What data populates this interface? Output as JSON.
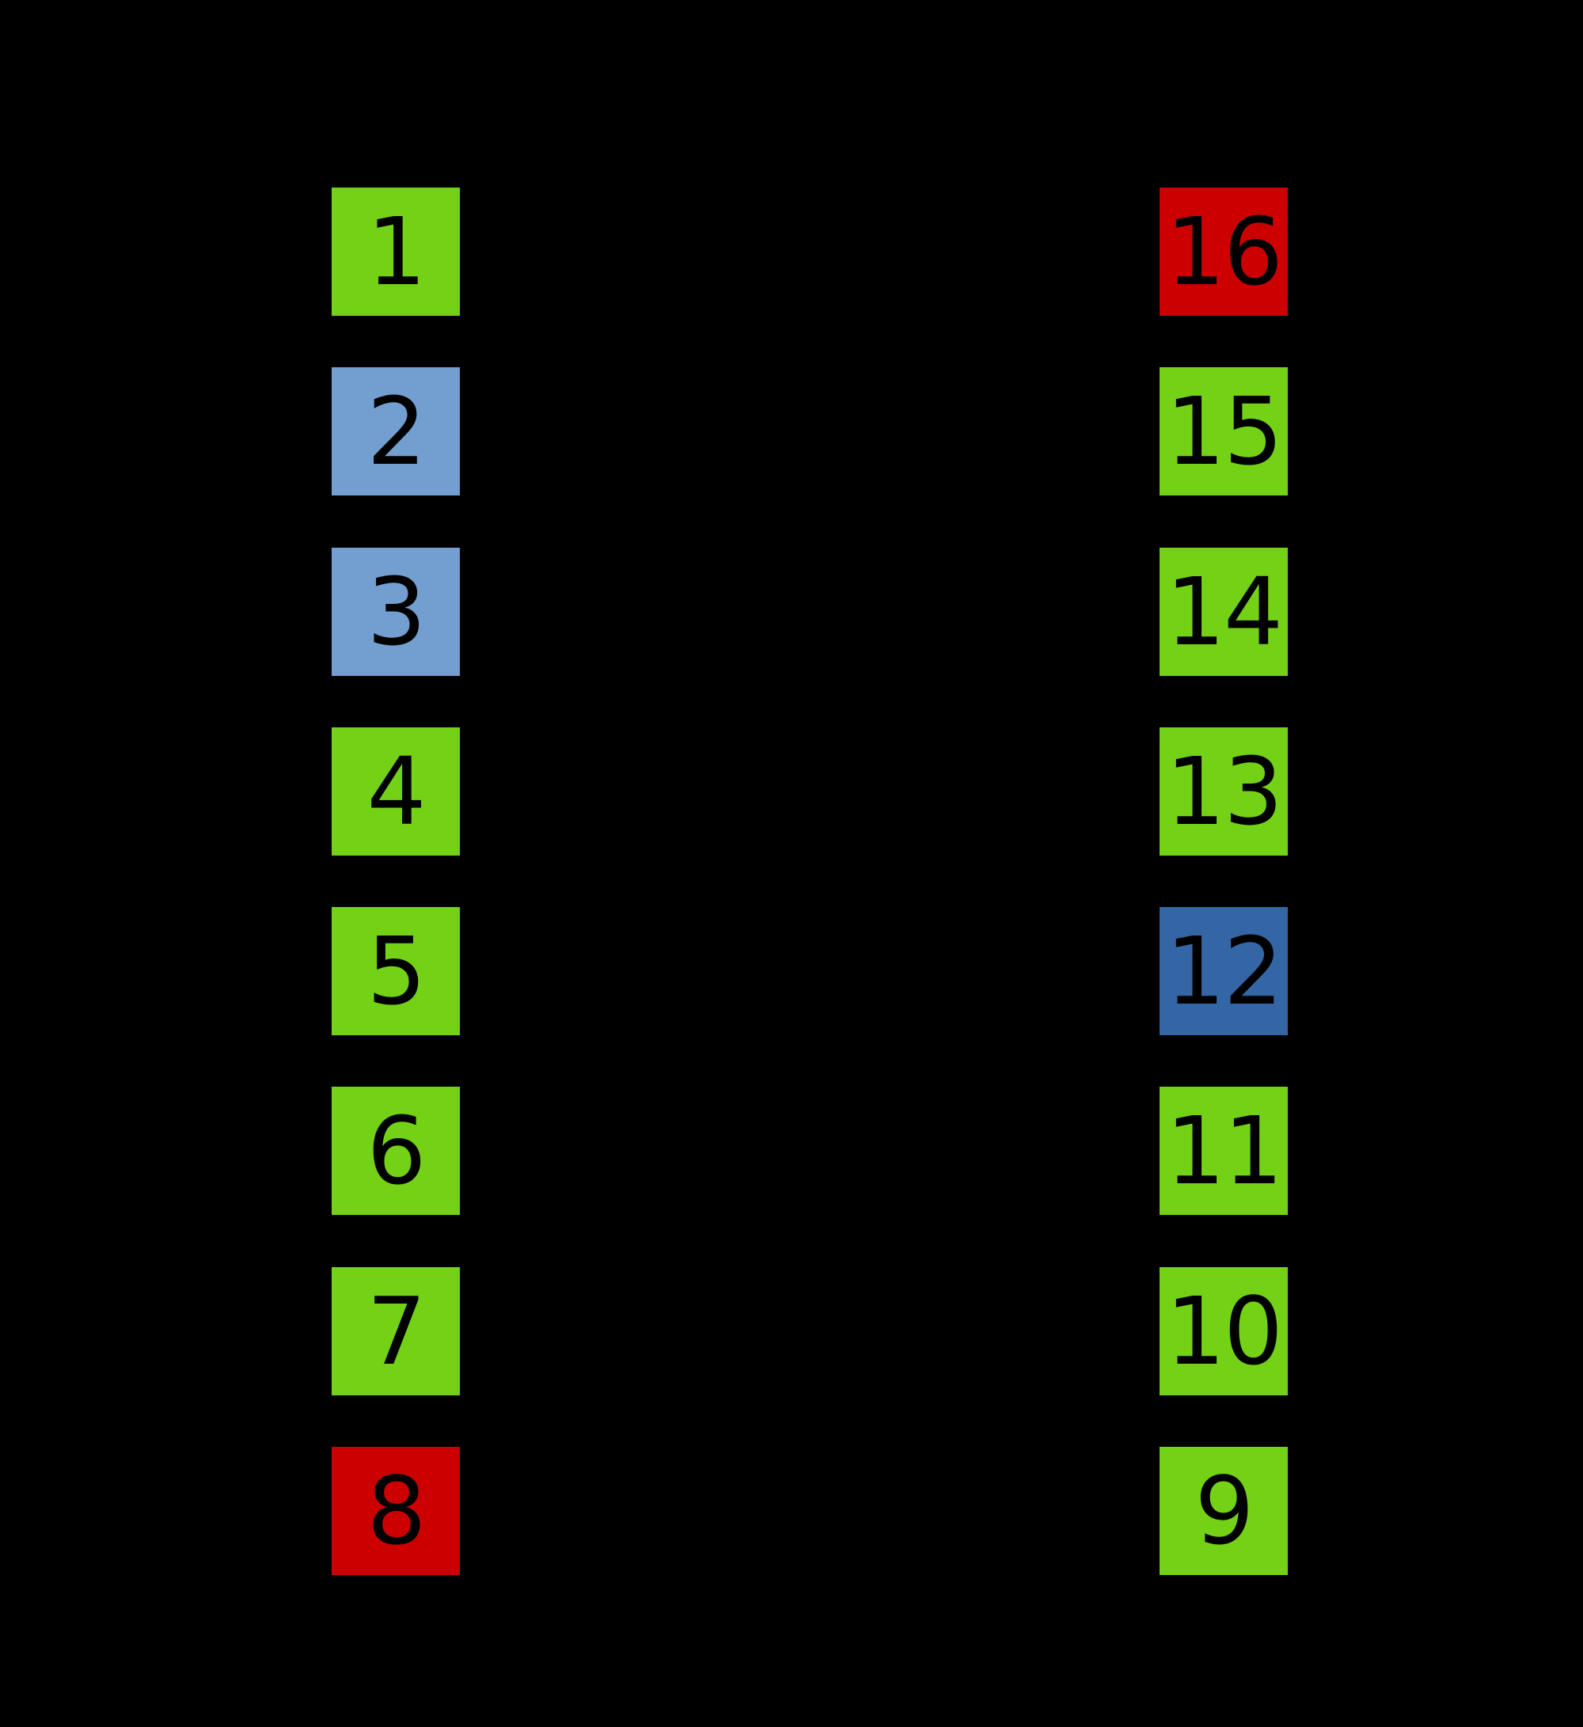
{
  "diagram": {
    "title": "16-pin IC pinout (DIP package), numbered squares only",
    "background": "#000000",
    "text_color": "#000000",
    "colors": {
      "green": "#73D216",
      "light_blue": "#729FCF",
      "dark_blue": "#3465A4",
      "red": "#CC0000"
    },
    "left_pins": [
      {
        "number": "1",
        "color": "green"
      },
      {
        "number": "2",
        "color": "light_blue"
      },
      {
        "number": "3",
        "color": "light_blue"
      },
      {
        "number": "4",
        "color": "green"
      },
      {
        "number": "5",
        "color": "green"
      },
      {
        "number": "6",
        "color": "green"
      },
      {
        "number": "7",
        "color": "green"
      },
      {
        "number": "8",
        "color": "red"
      }
    ],
    "right_pins": [
      {
        "number": "16",
        "color": "red"
      },
      {
        "number": "15",
        "color": "green"
      },
      {
        "number": "14",
        "color": "green"
      },
      {
        "number": "13",
        "color": "green"
      },
      {
        "number": "12",
        "color": "dark_blue"
      },
      {
        "number": "11",
        "color": "green"
      },
      {
        "number": "10",
        "color": "green"
      },
      {
        "number": "9",
        "color": "green"
      }
    ]
  }
}
